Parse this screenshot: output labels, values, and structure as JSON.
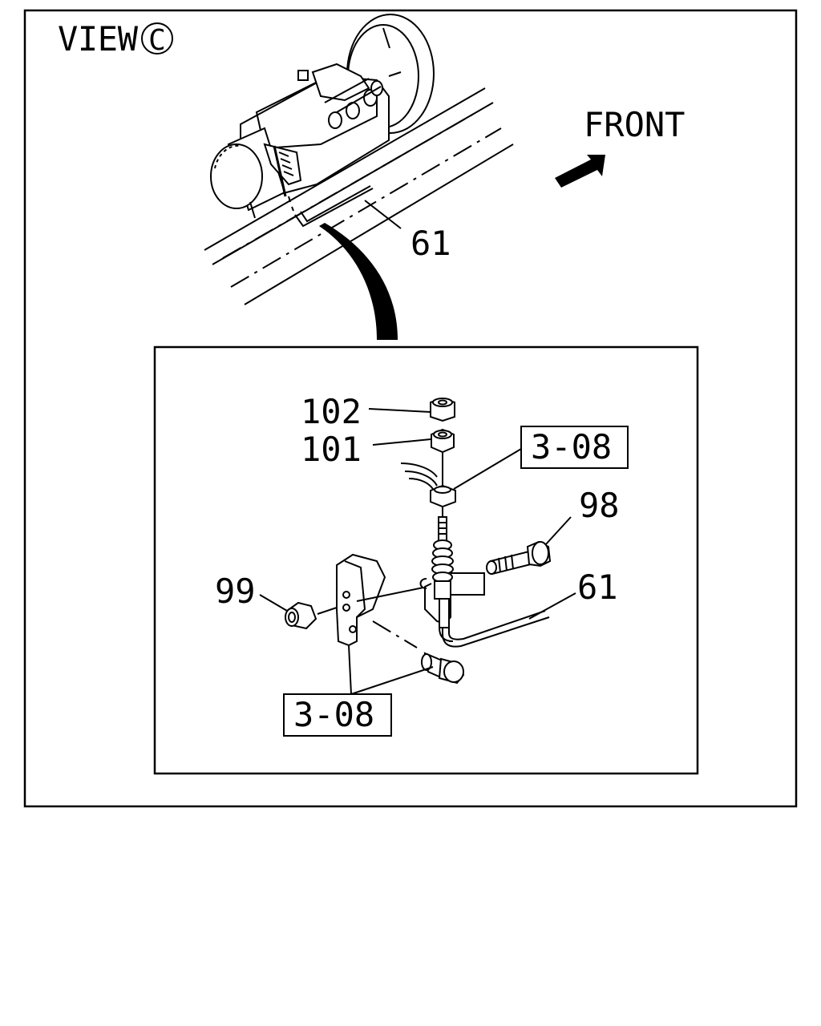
{
  "view": {
    "prefix": "VIEW",
    "letter": "C"
  },
  "direction": {
    "label": "FRONT"
  },
  "callouts": {
    "pipe_top": "61",
    "nut_upper": "102",
    "nut_lower": "101",
    "ref_top": "3-08",
    "bolt": "98",
    "nut_left": "99",
    "pipe_detail": "61",
    "ref_bottom": "3-08"
  },
  "colors": {
    "ink": "#000000",
    "paper": "#ffffff"
  }
}
